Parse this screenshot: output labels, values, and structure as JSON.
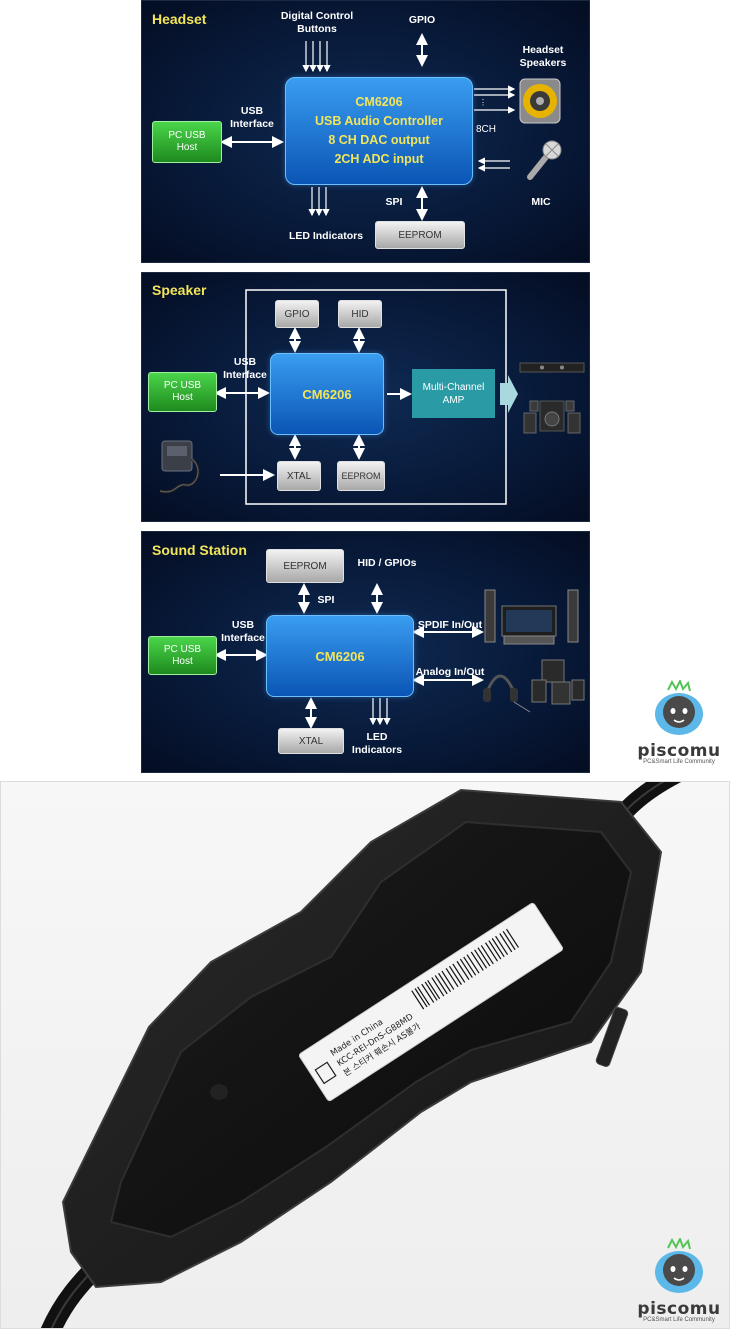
{
  "headset": {
    "title": "Headset",
    "digital_control": "Digital Control",
    "buttons": "Buttons",
    "gpio": "GPIO",
    "headset_speakers_1": "Headset",
    "headset_speakers_2": "Speakers",
    "usb_1": "USB",
    "usb_2": "Interface",
    "pc_usb_1": "PC USB",
    "pc_usb_2": "Host",
    "chip_line1": "CM6206",
    "chip_line2": "USB Audio Controller",
    "chip_line3": "8 CH DAC output",
    "chip_line4": "2CH ADC input",
    "ch8": "8CH",
    "mic": "MIC",
    "spi": "SPI",
    "led": "LED Indicators",
    "eeprom": "EEPROM"
  },
  "speaker": {
    "title": "Speaker",
    "gpio": "GPIO",
    "hid": "HID",
    "usb_1": "USB",
    "usb_2": "Interface",
    "pc_usb_1": "PC USB",
    "pc_usb_2": "Host",
    "chip": "CM6206",
    "amp_1": "Multi-Channel",
    "amp_2": "AMP",
    "xtal": "XTAL",
    "eeprom": "EEPROM"
  },
  "station": {
    "title": "Sound Station",
    "eeprom": "EEPROM",
    "hid_gpios": "HID / GPIOs",
    "spi": "SPI",
    "usb_1": "USB",
    "usb_2": "Interface",
    "pc_usb_1": "PC USB",
    "pc_usb_2": "Host",
    "chip": "CM6206",
    "spdif": "SPDIF In/Out",
    "analog": "Analog In/Out",
    "xtal": "XTAL",
    "led": "LED Indicators"
  },
  "watermark": {
    "name": "piscomu",
    "tagline": "PC&Smart Life Community"
  },
  "label": {
    "line1": "Made in China",
    "line2": "KCC-REI-DnS-G88MD",
    "line3": "본 스티커 훼손시 AS불가"
  },
  "colors": {
    "panel_bg": "#081a3a",
    "title_yellow": "#f3e55a",
    "chip_blue": "#1a75d2",
    "host_green": "#2fae2f",
    "amp_teal": "#2a9aa5"
  }
}
